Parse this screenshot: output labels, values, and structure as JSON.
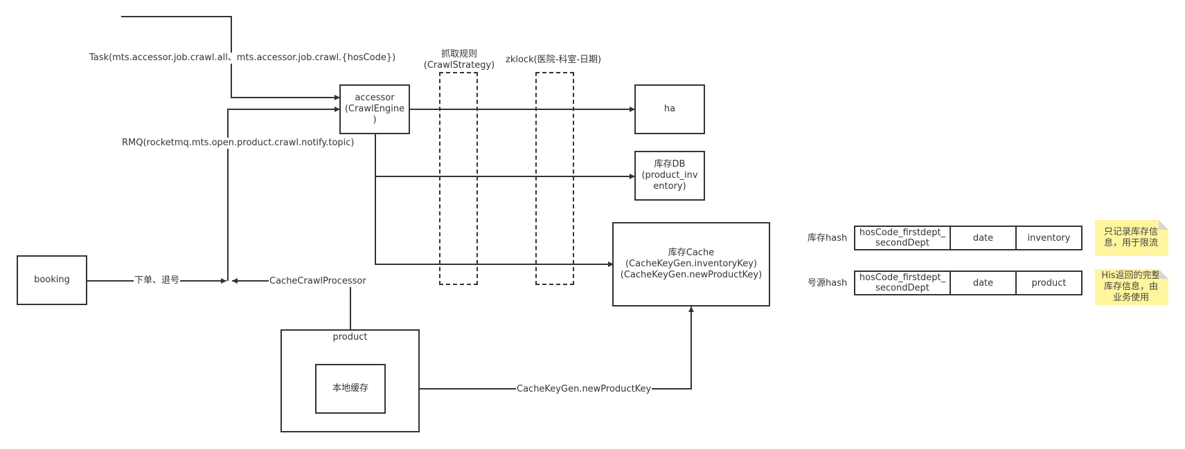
{
  "nodes": {
    "accessor": "accessor\n(CrawlEngine\n)",
    "ha": "ha",
    "inventory_db": "库存DB\n(product_inv\nentory)",
    "inventory_cache": "库存Cache\n(CacheKeyGen.inventoryKey)\n(CacheKeyGen.newProductKey)",
    "booking": "booking",
    "product": "product",
    "local_cache": "本地缓存"
  },
  "labels": {
    "task": "Task(mts.accessor.job.crawl.all、mts.accessor.job.crawl.{hosCode})",
    "rmq": "RMQ(rocketmq.mts.open.product.crawl.notify.topic)",
    "crawl_rules": "抓取规则\n(CrawlStrategy)",
    "zklock": "zklock(医院-科室-日期)",
    "order_refund": "下单、退号",
    "cache_crawl_processor": "CacheCrawlProcessor",
    "new_product_key": "CacheKeyGen.newProductKey"
  },
  "tables": [
    {
      "label": "库存hash",
      "cells": [
        "hosCode_firstdept_\nsecondDept",
        "date",
        "inventory"
      ],
      "note": "只记录库存信\n息，用于限流"
    },
    {
      "label": "号源hash",
      "cells": [
        "hosCode_firstdept_\nsecondDept",
        "date",
        "product"
      ],
      "note": "His返回的完整\n库存信息，由\n业务使用"
    }
  ],
  "colors": {
    "stroke": "#333333",
    "note_fill": "#fff59d",
    "note_fold": "#d7d7d7"
  }
}
